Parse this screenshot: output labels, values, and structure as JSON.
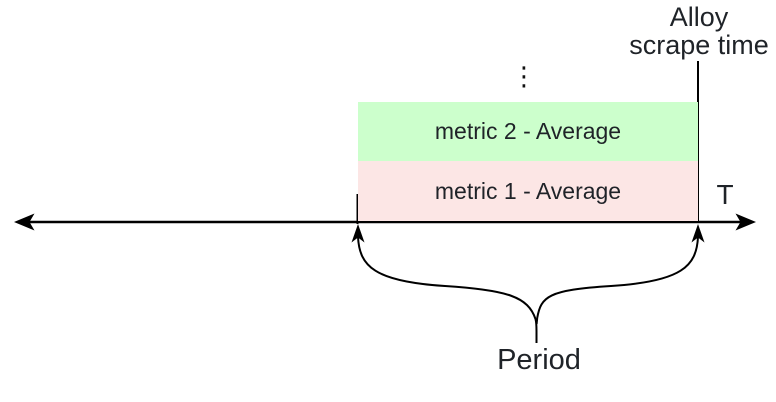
{
  "diagram": {
    "scrape_time_label": {
      "line1": "Alloy",
      "line2": "scrape time"
    },
    "axis_label": "T",
    "ellipsis_glyph": "⋮",
    "bars": [
      {
        "label": "metric 2 - Average",
        "fill": "#ccffcc"
      },
      {
        "label": "metric 1 - Average",
        "fill": "#fce6e5"
      }
    ],
    "period_label": "Period",
    "colors": {
      "line": "#000000",
      "text": "#1f2328",
      "bar_top_fill": "#ccffcc",
      "bar_bottom_fill": "#fce6e5"
    }
  }
}
